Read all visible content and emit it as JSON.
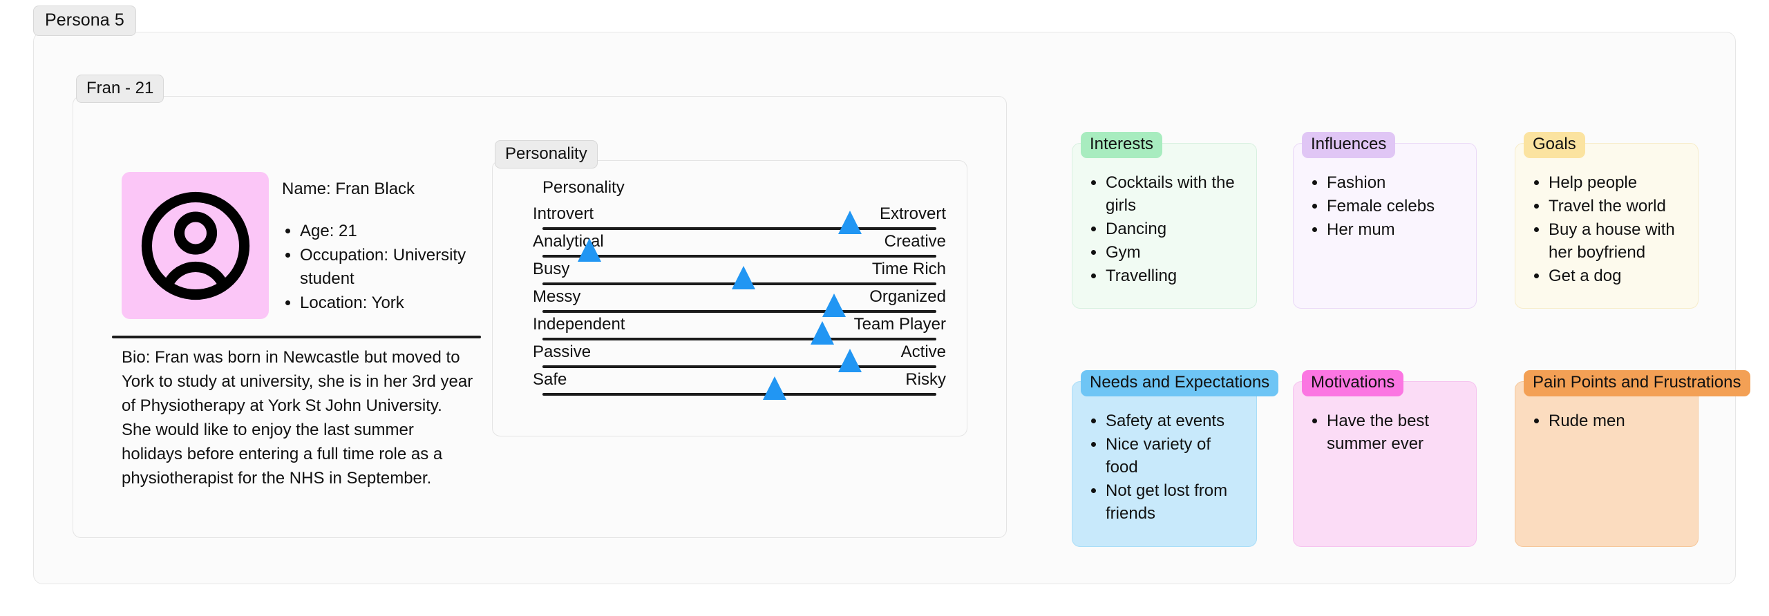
{
  "board": {
    "persona_tab": "Persona 5",
    "card_tab": "Fran - 21"
  },
  "profile": {
    "avatar_icon": "user-avatar-icon",
    "name": "Name: Fran Black",
    "details": [
      "Age: 21",
      "Occupation: University student",
      "Location: York"
    ],
    "bio": "Bio: Fran was born in Newcastle but moved to York to study at university, she is in her 3rd year of Physiotherapy at York St John University. She would like to enjoy the last summer holidays before entering a full time role as a physiotherapist for the NHS in September."
  },
  "personality": {
    "tab": "Personality",
    "heading": "Personality",
    "marker_color": "#2196f3",
    "scales": [
      {
        "left": "Introvert",
        "right": "Extrovert",
        "value": 78
      },
      {
        "left": "Analytical",
        "right": "Creative",
        "value": 12
      },
      {
        "left": "Busy",
        "right": "Time Rich",
        "value": 51
      },
      {
        "left": "Messy",
        "right": "Organized",
        "value": 74
      },
      {
        "left": "Independent",
        "right": "Team Player",
        "value": 71
      },
      {
        "left": "Passive",
        "right": "Active",
        "value": 78
      },
      {
        "left": "Safe",
        "right": "Risky",
        "value": 59
      }
    ]
  },
  "notes": [
    {
      "title": "Interests",
      "badge_color": "#a8ecbf",
      "body_color": "#f1fbf3",
      "border_color": "#d8f0e0",
      "items": [
        "Cocktails with the girls",
        "Dancing",
        "Gym",
        "Travelling"
      ]
    },
    {
      "title": "Influences",
      "badge_color": "#e0c6f5",
      "body_color": "#faf5fe",
      "border_color": "#ead9f7",
      "items": [
        "Fashion",
        "Female celebs",
        "Her mum"
      ]
    },
    {
      "title": "Goals",
      "badge_color": "#fbe3a0",
      "body_color": "#fdfaed",
      "border_color": "#f7ecc9",
      "items": [
        "Help people",
        "Travel the world",
        "Buy a house with her boyfriend",
        "Get a dog"
      ]
    },
    {
      "title": "Needs and Expectations",
      "badge_color": "#6ec5f5",
      "body_color": "#c8e9fb",
      "border_color": "#a9ddf8",
      "items": [
        "Safety at events",
        "Nice variety of food",
        "Not get lost from friends"
      ]
    },
    {
      "title": "Motivations",
      "badge_color": "#fb76e2",
      "body_color": "#fbdcf6",
      "border_color": "#f6c3ef",
      "items": [
        "Have the best summer ever"
      ]
    },
    {
      "title": "Pain Points and Frustrations",
      "badge_color": "#f3a055",
      "body_color": "#fbdcbf",
      "border_color": "#f6c79a",
      "items": [
        "Rude men"
      ]
    }
  ]
}
